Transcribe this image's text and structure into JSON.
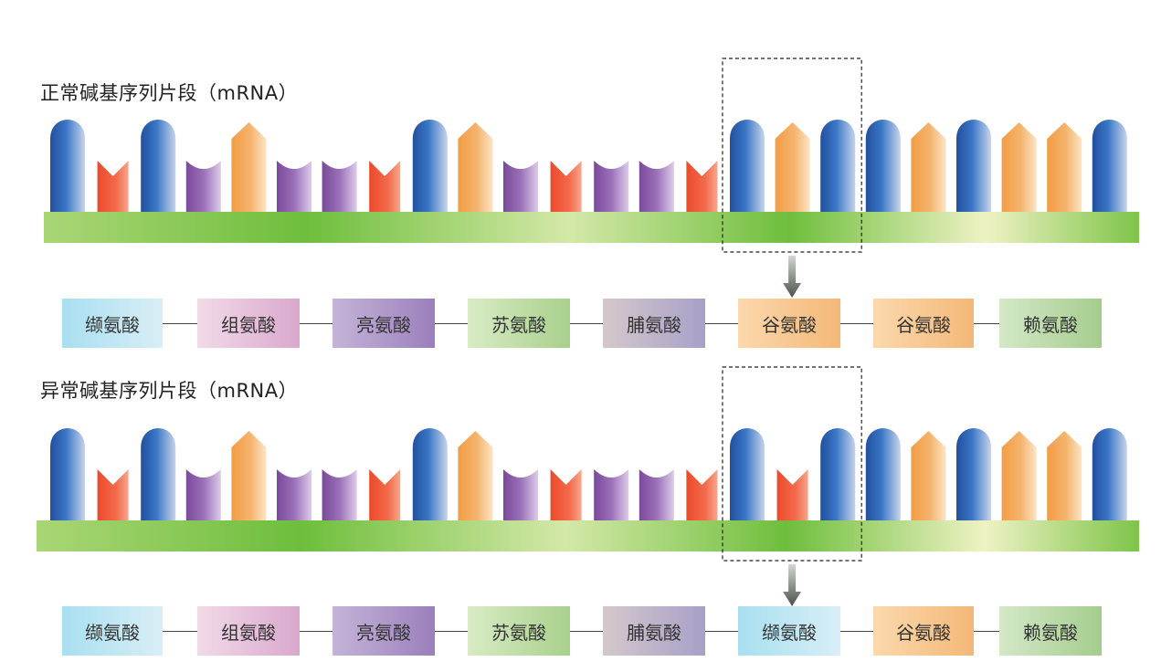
{
  "normal": {
    "title": "正常碱基序列片段（mRNA）",
    "bases": [
      "U",
      "V",
      "U",
      "C",
      "A",
      "C",
      "C",
      "V",
      "U",
      "A",
      "C",
      "V",
      "C",
      "C",
      "V",
      "U",
      "A",
      "U",
      "U",
      "A",
      "U",
      "A",
      "A",
      "U"
    ],
    "highlight_start": 15,
    "highlight_length": 3,
    "amino_acids": [
      "缬氨酸",
      "组氨酸",
      "亮氨酸",
      "苏氨酸",
      "脯氨酸",
      "谷氨酸",
      "谷氨酸",
      "赖氨酸"
    ]
  },
  "mutant": {
    "title": "异常碱基序列片段（mRNA）",
    "bases": [
      "U",
      "V",
      "U",
      "C",
      "A",
      "C",
      "C",
      "V",
      "U",
      "A",
      "C",
      "V",
      "C",
      "C",
      "V",
      "U",
      "V",
      "U",
      "U",
      "A",
      "U",
      "A",
      "A",
      "U"
    ],
    "highlight_start": 15,
    "highlight_length": 3,
    "amino_acids": [
      "缬氨酸",
      "组氨酸",
      "亮氨酸",
      "苏氨酸",
      "脯氨酸",
      "缬氨酸",
      "谷氨酸",
      "赖氨酸"
    ]
  },
  "colors": {
    "base_U": "#2f62b4",
    "base_A": "#f0a450",
    "base_C": "#8a5aa8",
    "base_V": "#ee5536",
    "backbone": "#8ccb54",
    "arrow": "#556055"
  },
  "amino_colors": {
    "缬氨酸": [
      "#a8dff0",
      "#d8eef6"
    ],
    "组氨酸": [
      "#f2dae8",
      "#d9a8cc"
    ],
    "亮氨酸": [
      "#c4b4d8",
      "#9b7fbc"
    ],
    "苏氨酸": [
      "#d8ebc4",
      "#a8d08c"
    ],
    "脯氨酸": [
      "#d4c8cc",
      "#a8a0c8"
    ],
    "谷氨酸": [
      "#fbd8ac",
      "#f4b878"
    ],
    "赖氨酸": [
      "#d4e8c8",
      "#a4cc8c"
    ]
  }
}
